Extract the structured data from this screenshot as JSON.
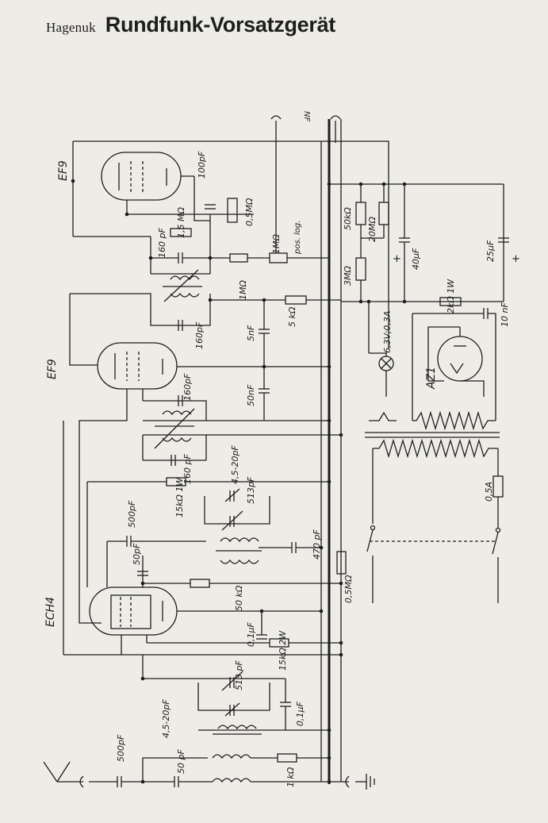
{
  "header": {
    "brand": "Hagenuk",
    "title": "Rundfunk-Vorsatzgerät"
  },
  "tubes": {
    "ef9_top": "EF9",
    "ef9_mid": "EF9",
    "ech4": "ECH4",
    "az1": "AZ1"
  },
  "labels": {
    "nf": "NF",
    "c_100pf": "100pF",
    "r_15m": "1,5 MΩ",
    "r_05m_top": "0,5MΩ",
    "c_160pf_a": "160 pF",
    "r_1m_vol": "1MΩ",
    "pos_log": "pos. log.",
    "r_1m": "1MΩ",
    "r_50k": "50kΩ",
    "r_20m": "20MΩ",
    "r_3m": "3MΩ",
    "c_40uf": "40µF",
    "c_25uf": "25µF",
    "plus_a": "+",
    "plus_b": "+",
    "r_5k": "5 kΩ",
    "c_160pf_b": "160pF",
    "c_5nf": "5nF",
    "c_50nf": "50nF",
    "c_160pf_c": "160pF",
    "r_2k": "2kΩ 1W",
    "c_10nf": "10 nF",
    "lamp": "6,3V;0,3A",
    "fuse": "0,5A",
    "c_160pf_d": "160 pF",
    "r_15k_1w": "15kΩ 1W",
    "trim_45_20_a": "4,5-20pF",
    "c_513_a": "513pF",
    "c_500pf_a": "500pF",
    "c_470pf": "470 pF",
    "r_05m_bot": "0,5MΩ",
    "c_50pf_a": "50pF",
    "r_50k_osc": "50 kΩ",
    "c_01uf_a": "0,1µF",
    "r_15k_2w": "15kΩ 2W",
    "c_513_b": "513 pF",
    "trim_45_20_b": "4,5-20pF",
    "c_01uf_b": "0,1µF",
    "c_500pf_b": "500pF",
    "c_50pf_b": "50 pF",
    "r_1k": "1 kΩ"
  }
}
